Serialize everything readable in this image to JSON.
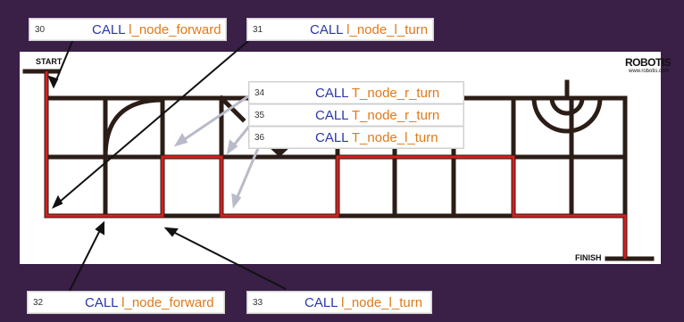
{
  "colors": {
    "frame": "#3a1f47",
    "keyword": "#2b36a8",
    "function": "#e07a1a",
    "track": "#2b1d17",
    "path": "#d81e1e",
    "arrow_black": "#111111",
    "arrow_gray": "#b9bbc8"
  },
  "board": {
    "start_label": "START",
    "finish_label": "FINISH",
    "brand": "ROBOTIS",
    "brand_url": "www.robotis.com"
  },
  "callouts": [
    {
      "id": "c30",
      "line": "30",
      "keyword": "CALL",
      "function": "l_node_forward"
    },
    {
      "id": "c31",
      "line": "31",
      "keyword": "CALL",
      "function": "l_node_l_turn"
    },
    {
      "id": "c34",
      "line": "34",
      "keyword": "CALL",
      "function": "T_node_r_turn"
    },
    {
      "id": "c35",
      "line": "35",
      "keyword": "CALL",
      "function": "T_node_r_turn"
    },
    {
      "id": "c36",
      "line": "36",
      "keyword": "CALL",
      "function": "T_node_l_turn"
    },
    {
      "id": "c32",
      "line": "32",
      "keyword": "CALL",
      "function": "l_node_forward"
    },
    {
      "id": "c33",
      "line": "33",
      "keyword": "CALL",
      "function": "l_node_l_turn"
    }
  ]
}
